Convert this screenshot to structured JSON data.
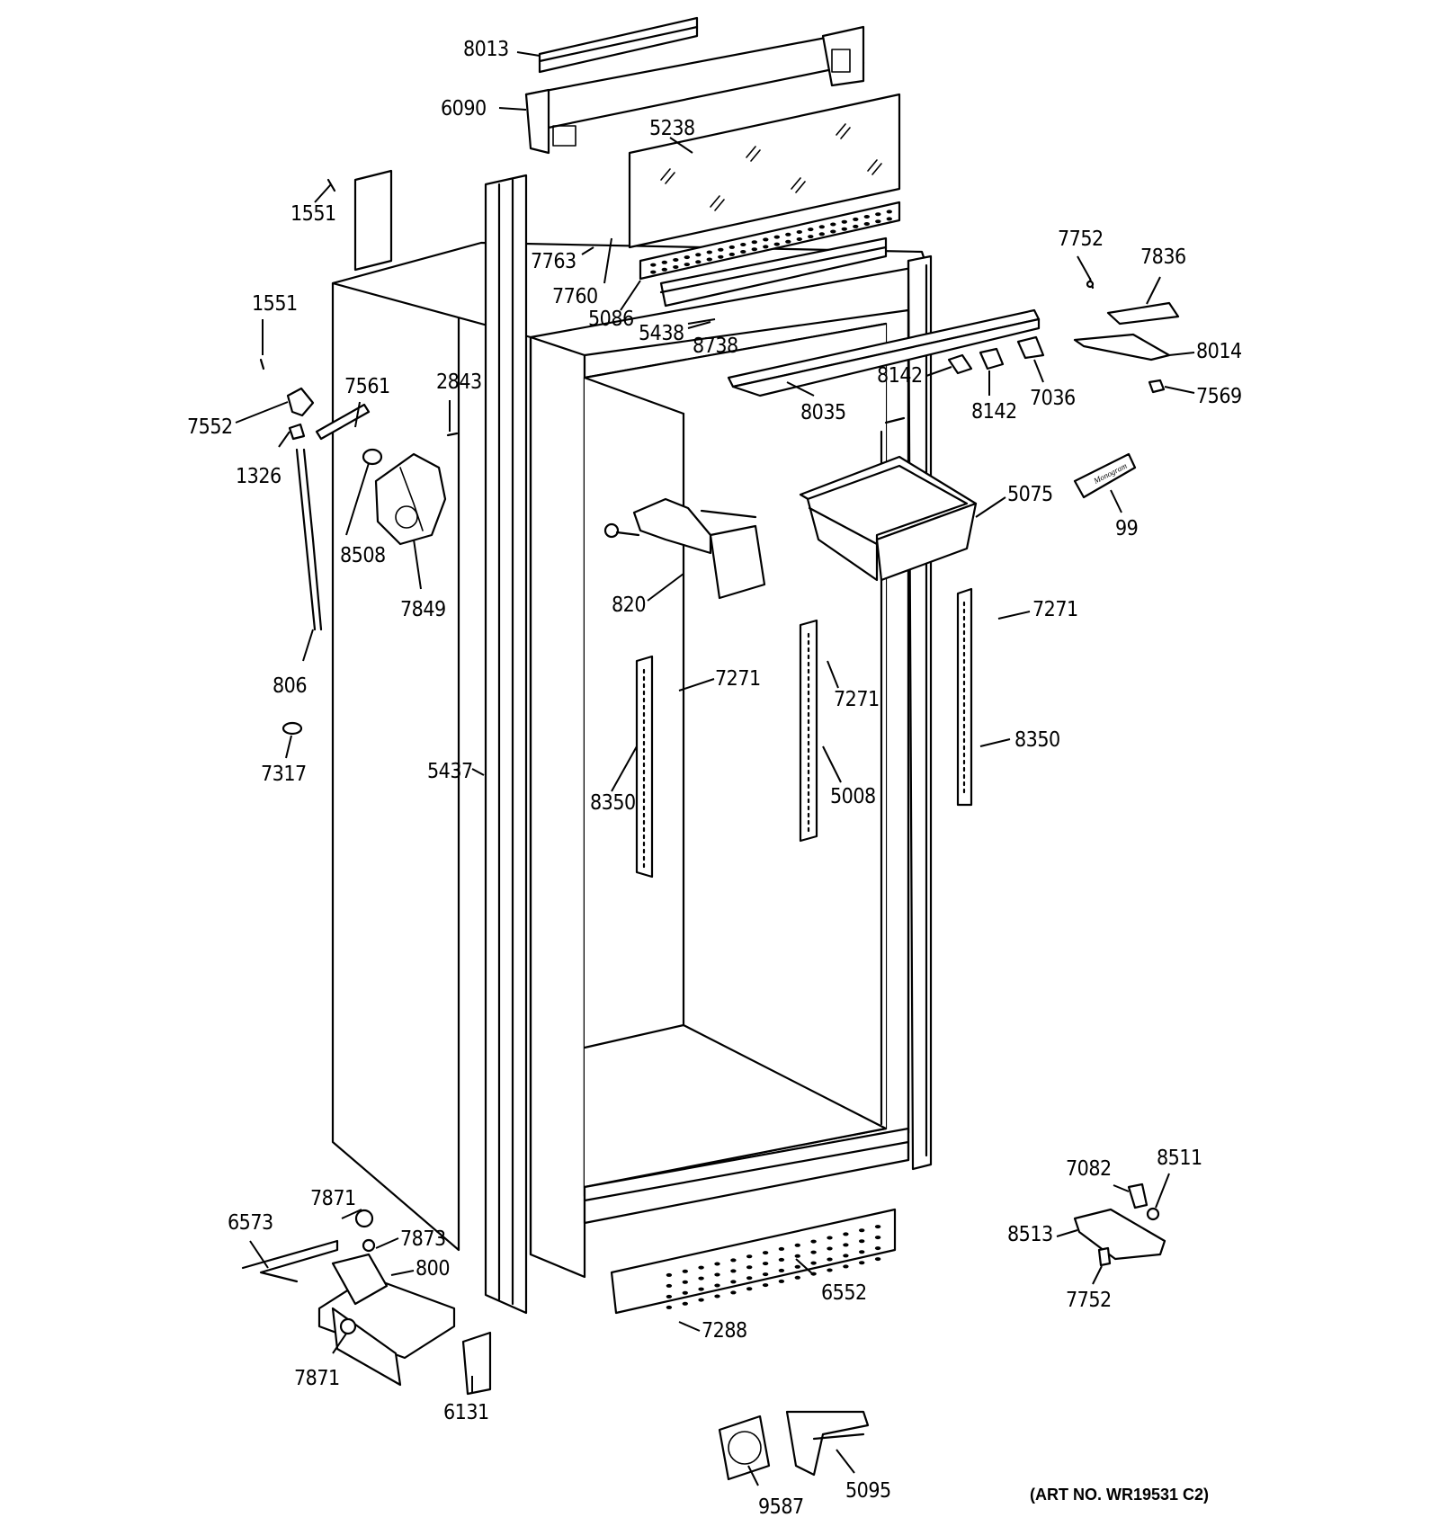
{
  "diagram": {
    "art_number": "(ART NO. WR19531 C2)",
    "badge_text": "Monogram",
    "labels": [
      {
        "id": "8013",
        "text": "8013"
      },
      {
        "id": "6090",
        "text": "6090"
      },
      {
        "id": "5238",
        "text": "5238"
      },
      {
        "id": "1551a",
        "text": "1551"
      },
      {
        "id": "1551b",
        "text": "1551"
      },
      {
        "id": "7763",
        "text": "7763"
      },
      {
        "id": "7760",
        "text": "7760"
      },
      {
        "id": "5086",
        "text": "5086"
      },
      {
        "id": "5438",
        "text": "5438"
      },
      {
        "id": "8738",
        "text": "8738"
      },
      {
        "id": "7752a",
        "text": "7752"
      },
      {
        "id": "7836",
        "text": "7836"
      },
      {
        "id": "8014",
        "text": "8014"
      },
      {
        "id": "7569",
        "text": "7569"
      },
      {
        "id": "8142a",
        "text": "8142"
      },
      {
        "id": "8142b",
        "text": "8142"
      },
      {
        "id": "7036",
        "text": "7036"
      },
      {
        "id": "8035",
        "text": "8035"
      },
      {
        "id": "7552",
        "text": "7552"
      },
      {
        "id": "7561",
        "text": "7561"
      },
      {
        "id": "2843",
        "text": "2843"
      },
      {
        "id": "1326",
        "text": "1326"
      },
      {
        "id": "8508",
        "text": "8508"
      },
      {
        "id": "7849",
        "text": "7849"
      },
      {
        "id": "806",
        "text": "806"
      },
      {
        "id": "7317",
        "text": "7317"
      },
      {
        "id": "5437",
        "text": "5437"
      },
      {
        "id": "820",
        "text": "820"
      },
      {
        "id": "5075",
        "text": "5075"
      },
      {
        "id": "99",
        "text": "99"
      },
      {
        "id": "7271a",
        "text": "7271"
      },
      {
        "id": "7271b",
        "text": "7271"
      },
      {
        "id": "7271c",
        "text": "7271"
      },
      {
        "id": "8350a",
        "text": "8350"
      },
      {
        "id": "8350b",
        "text": "8350"
      },
      {
        "id": "5008",
        "text": "5008"
      },
      {
        "id": "7871a",
        "text": "7871"
      },
      {
        "id": "7873",
        "text": "7873"
      },
      {
        "id": "6573",
        "text": "6573"
      },
      {
        "id": "800",
        "text": "800"
      },
      {
        "id": "7871b",
        "text": "7871"
      },
      {
        "id": "6131",
        "text": "6131"
      },
      {
        "id": "6552",
        "text": "6552"
      },
      {
        "id": "7288",
        "text": "7288"
      },
      {
        "id": "7082",
        "text": "7082"
      },
      {
        "id": "8511",
        "text": "8511"
      },
      {
        "id": "8513",
        "text": "8513"
      },
      {
        "id": "7752b",
        "text": "7752"
      },
      {
        "id": "9587",
        "text": "9587"
      },
      {
        "id": "5095",
        "text": "5095"
      }
    ]
  }
}
